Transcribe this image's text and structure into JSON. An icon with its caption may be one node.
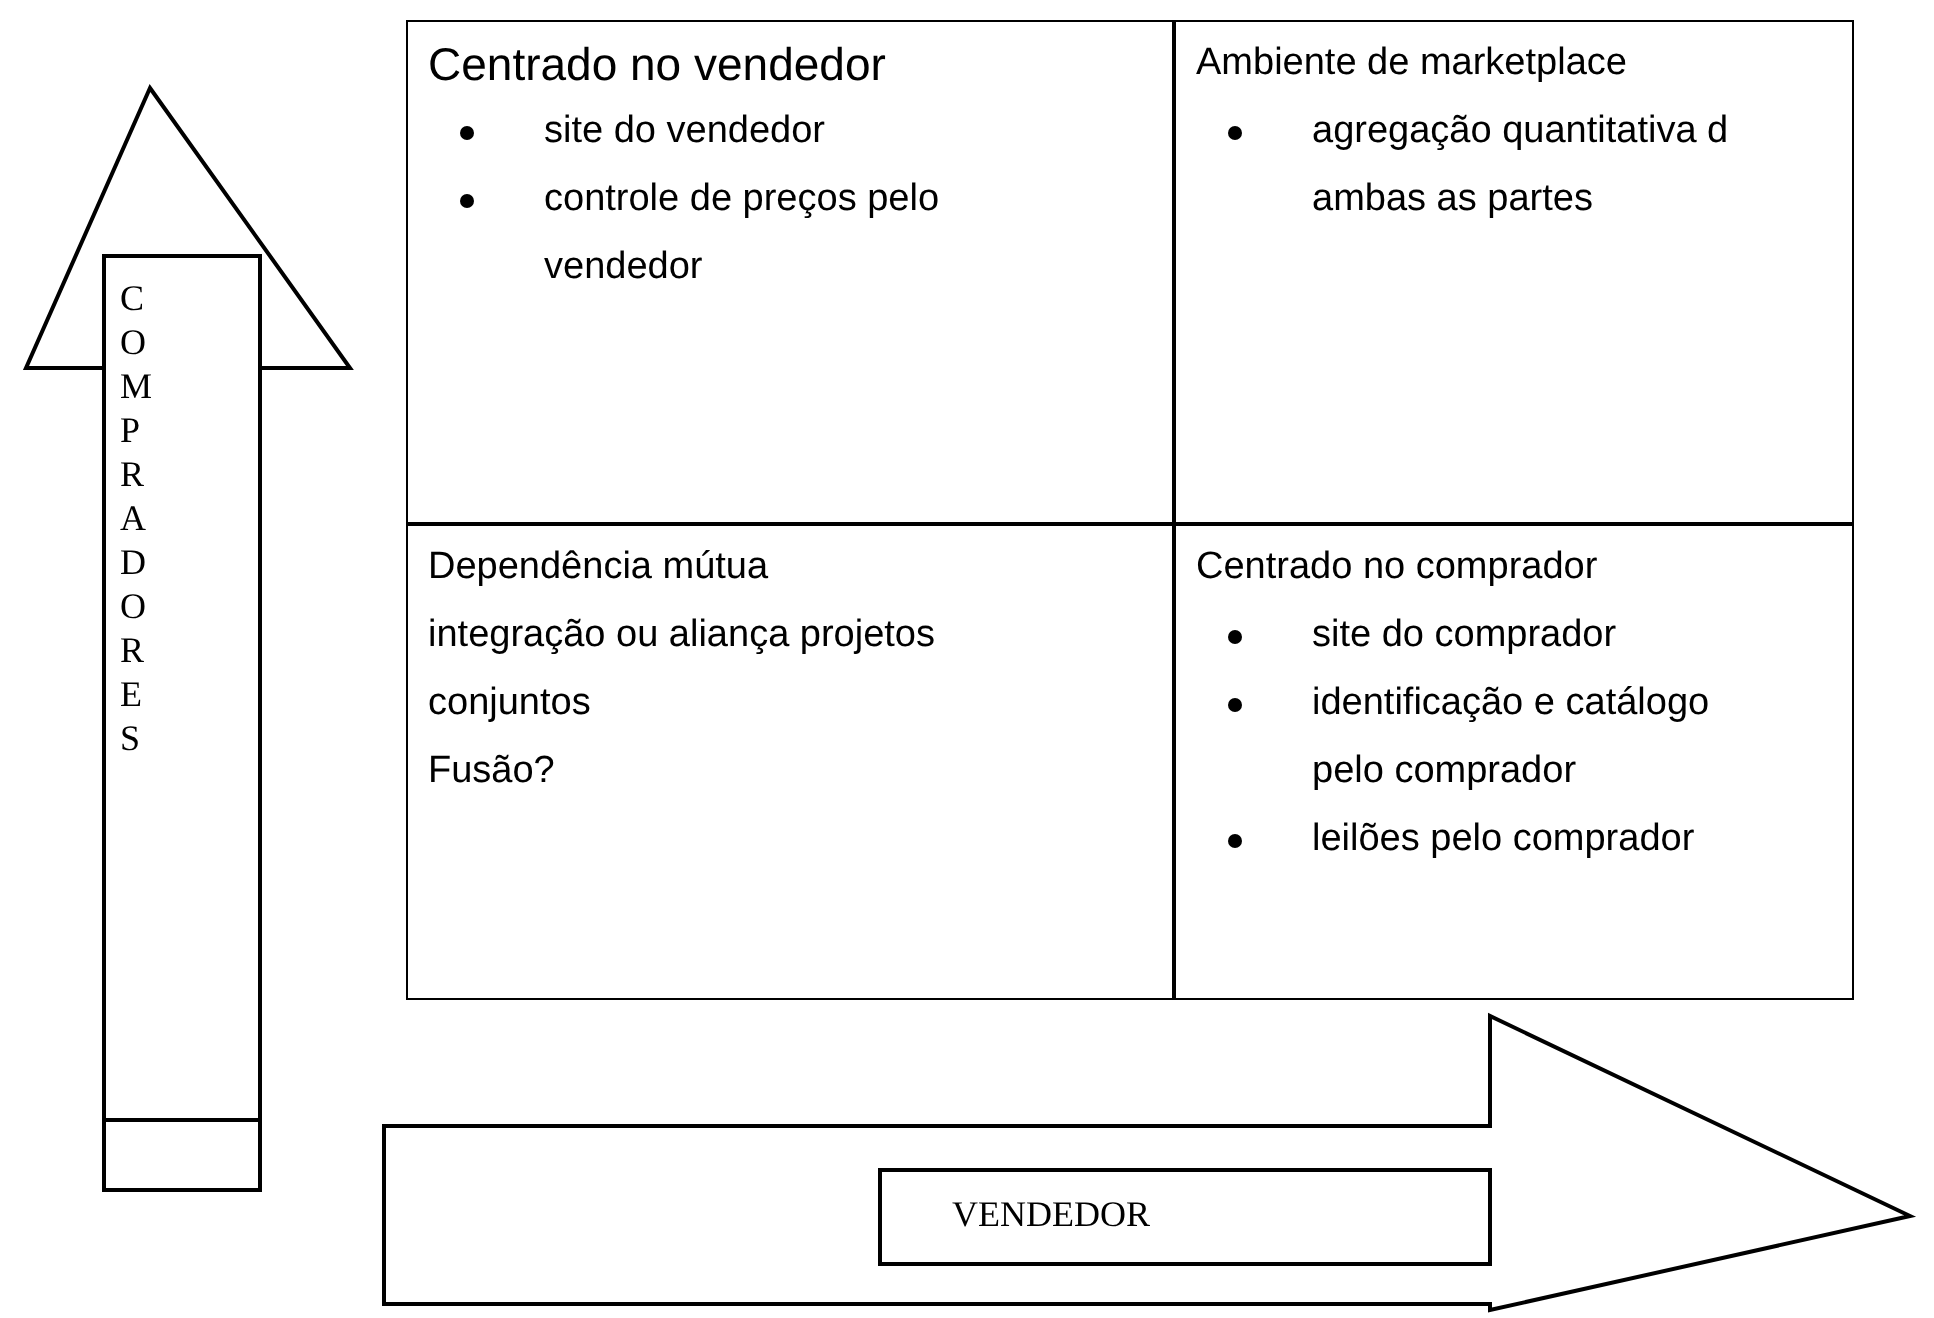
{
  "diagram": {
    "nodes": [
      {
        "text": [
          "COMPRADORES"
        ]
      },
      {
        "text": [
          "Centrado no vendedor",
          "site do vendedor",
          "controle de preços pelo vendedor"
        ]
      },
      {
        "text": [
          "Ambiente de marketplace",
          "agregação quantitativa d ambas as partes"
        ]
      },
      {
        "text": [
          "Dependência mútua",
          "integração ou aliança projetos conjuntos",
          "Fusão?"
        ]
      },
      {
        "text": [
          "Centrado no comprador",
          "site do comprador",
          "identificação e catálogo pelo comprador",
          "leilões pelo comprador"
        ]
      },
      {
        "text": [
          "VENDEDOR"
        ]
      }
    ]
  }
}
